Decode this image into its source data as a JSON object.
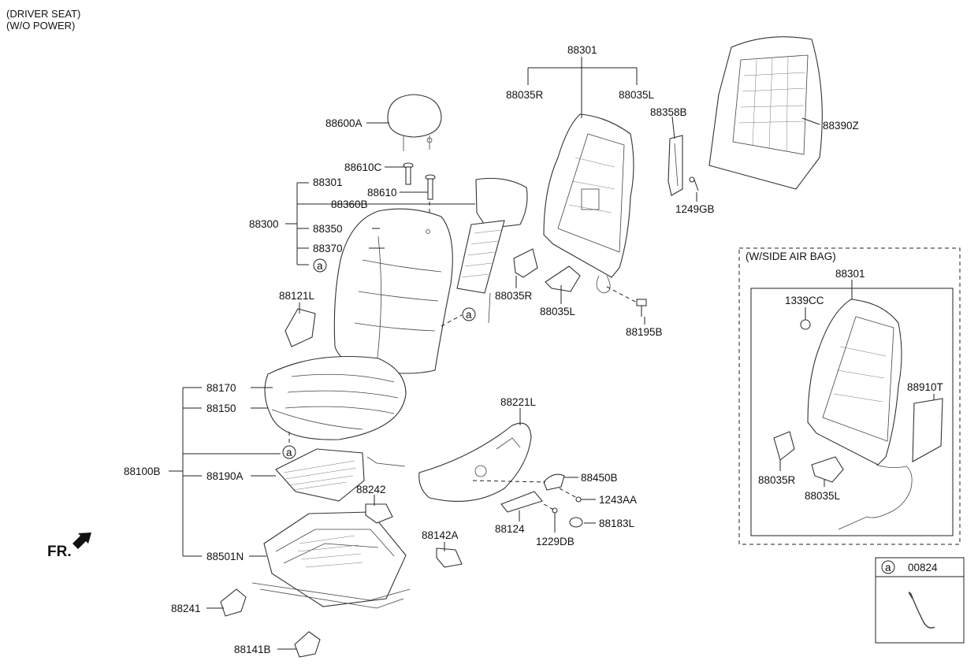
{
  "header": {
    "line1": "(DRIVER SEAT)",
    "line2": "(W/O POWER)"
  },
  "front_marker": "FR.",
  "callout_symbol": "a",
  "labels": {
    "p88301_top": "88301",
    "p88035R_top": "88035R",
    "p88035L_top": "88035L",
    "p88358B": "88358B",
    "p88390Z": "88390Z",
    "p1249GB": "1249GB",
    "p88600A": "88600A",
    "p88610C": "88610C",
    "p88610": "88610",
    "p88301_group": "88301",
    "p88360B": "88360B",
    "p88300": "88300",
    "p88350": "88350",
    "p88370": "88370",
    "p88035R_mid": "88035R",
    "p88035L_mid": "88035L",
    "p88195B": "88195B",
    "p88121L": "88121L",
    "p88170": "88170",
    "p88150": "88150",
    "p88100B": "88100B",
    "p88190A": "88190A",
    "p88242": "88242",
    "p88221L": "88221L",
    "p88450B": "88450B",
    "p1243AA": "1243AA",
    "p88124": "88124",
    "p88183L": "88183L",
    "p1229DB": "1229DB",
    "p88142A": "88142A",
    "p88501N": "88501N",
    "p88241": "88241",
    "p88141B": "88141B"
  },
  "airbag_box": {
    "title": "(W/SIDE AIR BAG)",
    "p88301": "88301",
    "p1339CC": "1339CC",
    "p88910T": "88910T",
    "p88035R": "88035R",
    "p88035L": "88035L"
  },
  "legend_box": {
    "symbol": "a",
    "part": "00824"
  }
}
